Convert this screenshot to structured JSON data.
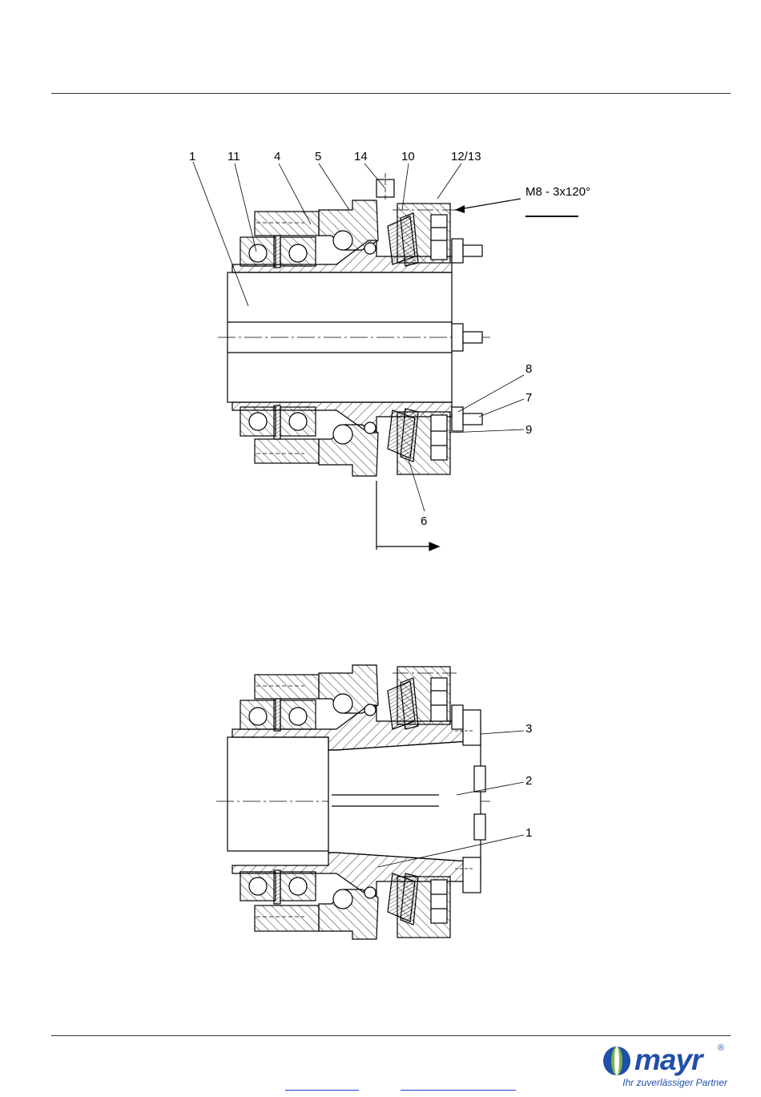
{
  "drawing": {
    "callouts_top": {
      "c1": "1",
      "c11": "11",
      "c4": "4",
      "c5": "5",
      "c14": "14",
      "c10": "10",
      "c12_13": "12/13",
      "c8": "8",
      "c7": "7",
      "c9": "9",
      "c6": "6"
    },
    "thread_note": "M8 - 3x120°",
    "callouts_bottom": {
      "c3": "3",
      "c2": "2",
      "c1": "1"
    }
  },
  "logo": {
    "word": "mayr",
    "reg": "®",
    "tagline": "Ihr zuverlässiger Partner"
  },
  "colors": {
    "brand_blue": "#1f4fa8",
    "brand_green": "#7ab648",
    "link_blue": "#1a3fe0"
  }
}
